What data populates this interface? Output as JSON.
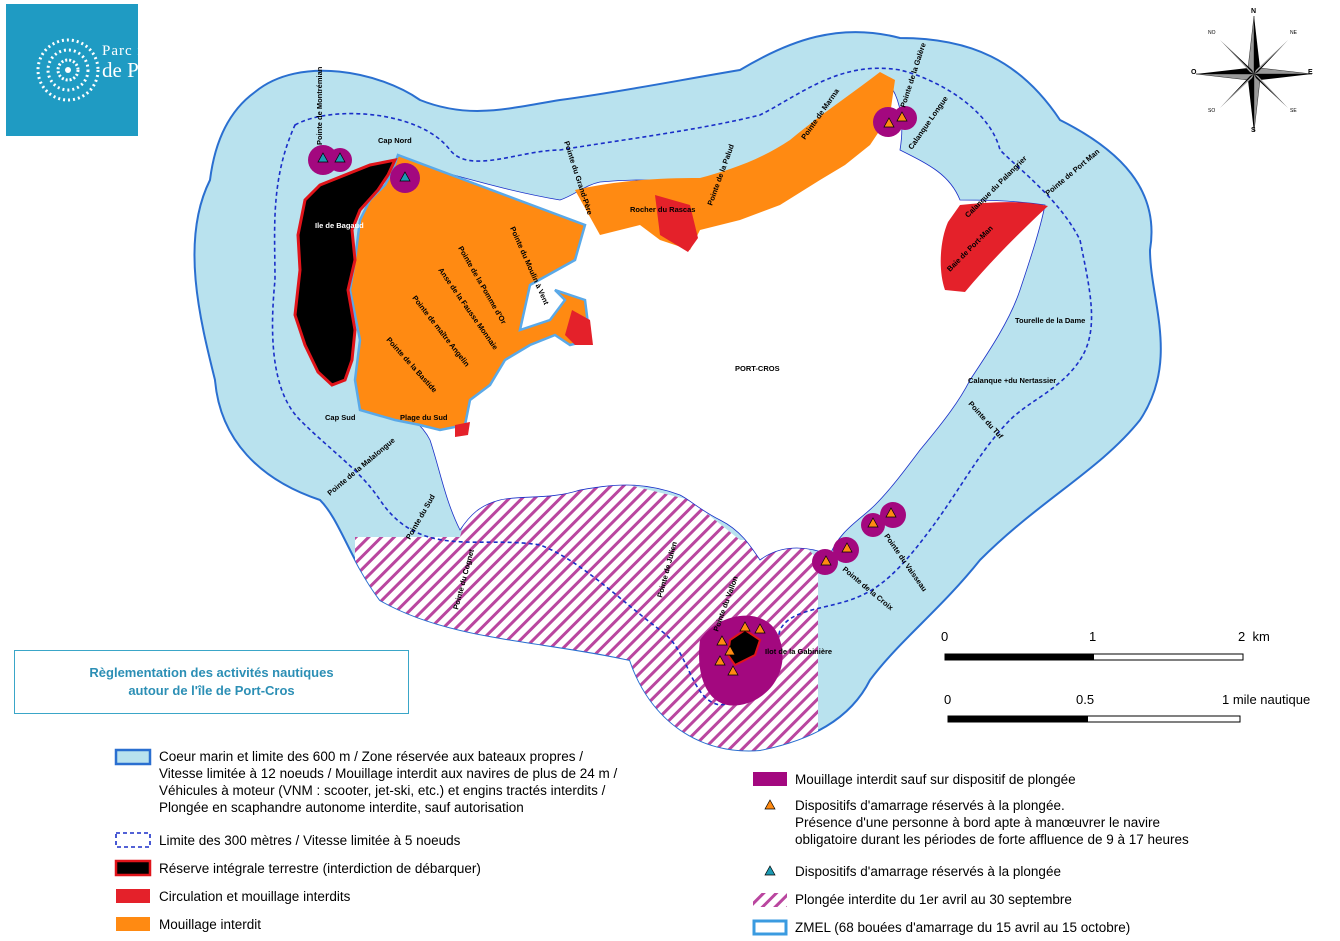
{
  "logo": {
    "line1": "Parc national",
    "line2": "de Port-Cros"
  },
  "title": {
    "line1": "Règlementation des activités nautiques",
    "line2": "autour de l'île de Port-Cros"
  },
  "compass": {
    "n": "N",
    "s": "S",
    "e": "E",
    "o": "O",
    "no": "NO",
    "ne": "NE",
    "so": "SO",
    "se": "SE"
  },
  "scale_km": {
    "t0": "0",
    "t1": "1",
    "t2": "2  km"
  },
  "scale_nm": {
    "t0": "0",
    "t1": "0.5",
    "t2": "1 mile nautique"
  },
  "places": {
    "island": "PORT-CROS",
    "bagaud": "Ile de Bagaud",
    "cap_nord": "Cap Nord",
    "cap_sud": "Cap Sud",
    "plage_sud": "Plage du Sud",
    "montremian": "Pointe de Montrémian",
    "moulin": "Pointe du Moulin à Vent",
    "pomme": "Pointe de la Pomme d'Or",
    "fausse": "Anse de la Fausse Monnaie",
    "angelin": "Pointe de maître Angelin",
    "bastide": "Pointe de la Bastide",
    "grand_pere": "Pointe du Grand-Père",
    "rascas": "Rocher du Rascas",
    "palud": "Pointe de la Palud",
    "marma": "Pointe de Marma",
    "galere": "Pointe de la Galère",
    "calanque_longue": "Calanque Longue",
    "palangrier": "Calanque du Palangrier",
    "port_man_pt": "Pointe de Port Man",
    "baie_port_man": "Baie de Port-Man",
    "tourelle": "Tourelle de la Dame",
    "nertassier": "Calanque +du Nertassier",
    "tuf": "Pointe du Tuf",
    "vaisseau": "Pointe du Vaisseau",
    "croix": "Pointe de la Croix",
    "gabiniere": "Ilot de la Gabinière",
    "vallon": "Pointe du Vallon",
    "julien": "Pointe de Julien",
    "cognet": "Pointe du Cognet",
    "sud": "Pointe du Sud",
    "malalongue": "Pointe de la Malalongue"
  },
  "legend": {
    "coeur": [
      "Coeur marin et limite des 600 m / Zone réservée aux bateaux propres /",
      "Vitesse limitée à 12 noeuds / Mouillage interdit aux navires de plus de 24 m /",
      "Véhicules à moteur (VNM : scooter, jet-ski, etc.) et engins tractés interdits /",
      "Plongée en scaphandre autonome interdite, sauf autorisation"
    ],
    "limite300": "Limite des 300 mètres / Vitesse limitée à 5 noeuds",
    "reserve": "Réserve intégrale terrestre (interdiction de débarquer)",
    "circulation": "Circulation et mouillage interdits",
    "mouillage": "Mouillage interdit",
    "mouillage_plongee": "Mouillage interdit sauf sur dispositif de plongée",
    "dispositifs_orange": [
      "Dispositifs d'amarrage réservés à la plongée.",
      "Présence d'une personne à bord apte à manœuvrer le navire",
      "obligatoire durant les périodes de forte affluence de 9 à 17 heures"
    ],
    "dispositifs_bleu": "Dispositifs d'amarrage réservés à la plongée",
    "plongee_interdite": "Plongée interdite du 1er avril au 30 septembre",
    "zmel": "ZMEL (68 bouées d'amarrage du 15 avril au 15 octobre)"
  },
  "colors": {
    "sea_core": "#b9e2ee",
    "border_600": "#2a6fd0",
    "limit_300": "#1a2fc8",
    "reserve": "#000000",
    "reserve_border": "#e0141a",
    "circulation": "#e4212a",
    "mouillage": "#ff8a12",
    "plongee_zone": "#a3087f",
    "triangle_orange": "#ff8a12",
    "triangle_blue": "#1d9bb3",
    "zmel": "#3b9be0",
    "logo_bg": "#1f9bc3"
  }
}
